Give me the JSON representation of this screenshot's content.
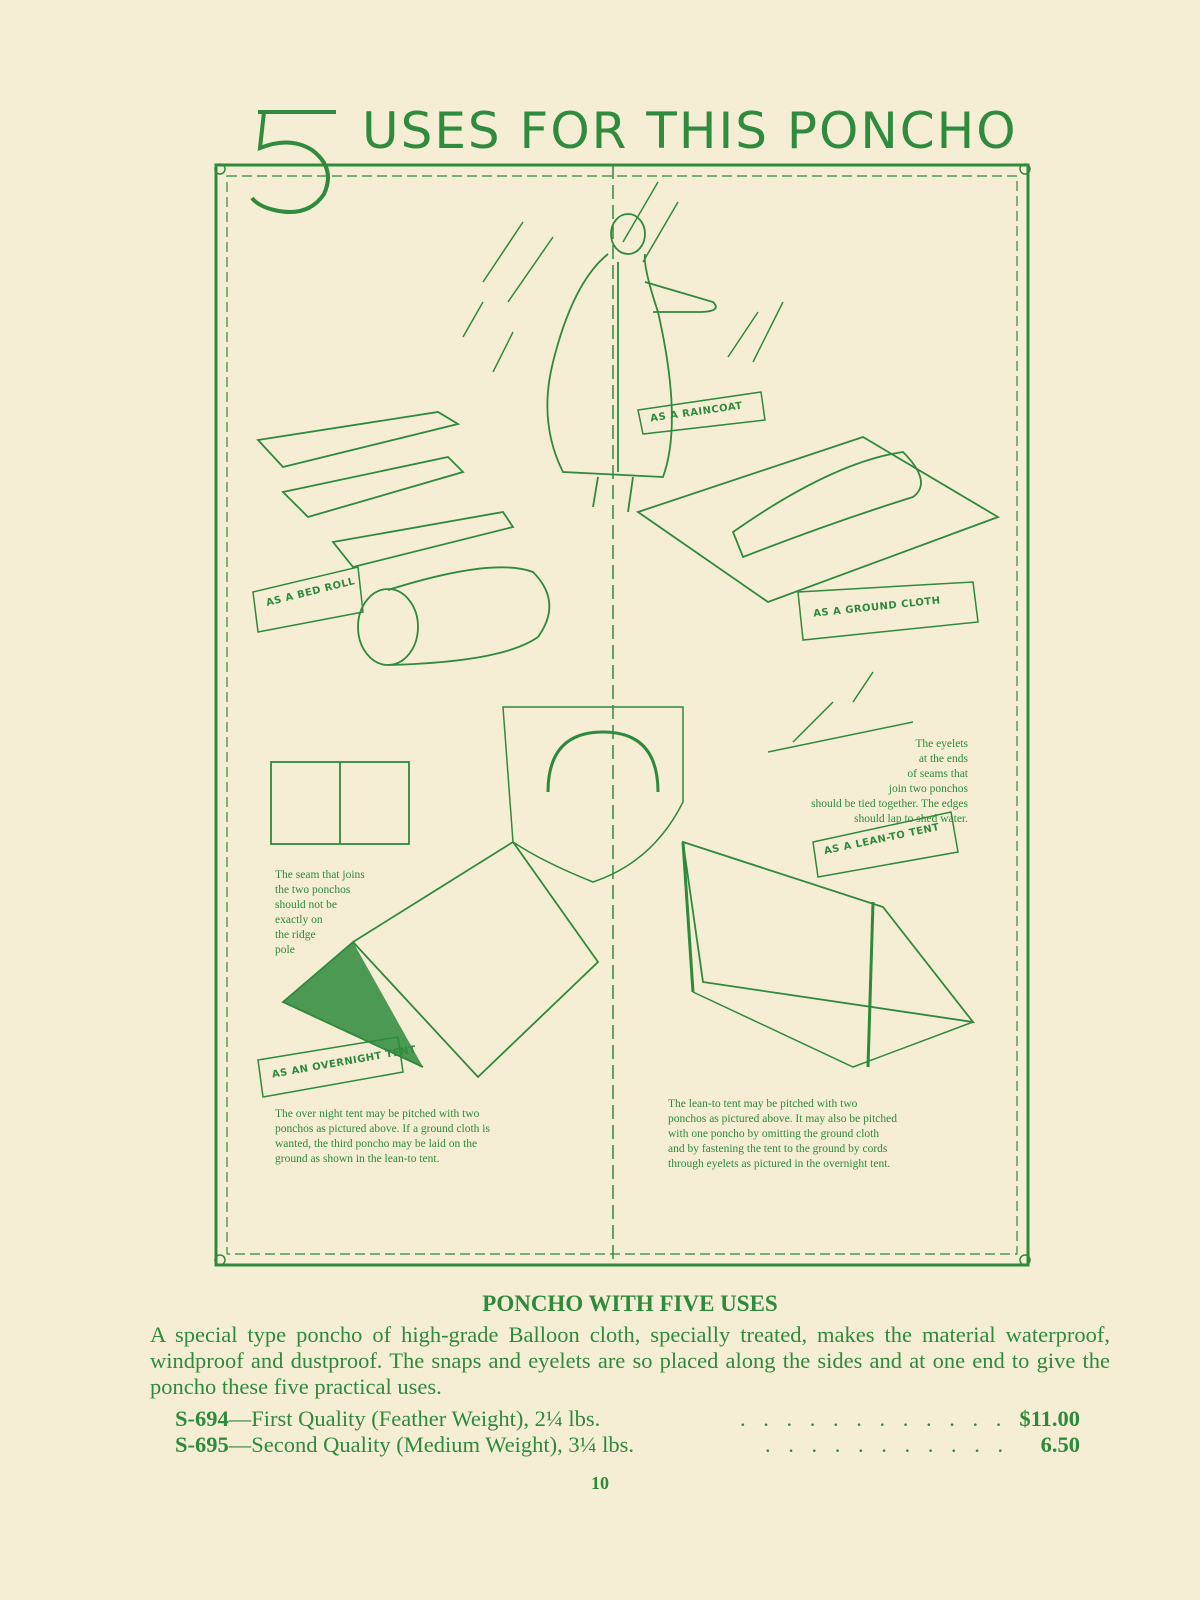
{
  "heading": {
    "numeral": "5",
    "text": "USES FOR THIS PONCHO"
  },
  "illustration": {
    "banners": {
      "raincoat": "AS A RAINCOAT",
      "bed_roll": "AS A BED ROLL",
      "ground_cloth": "AS A GROUND CLOTH",
      "lean_to": "AS A LEAN-TO TENT",
      "overnight": "AS AN OVERNIGHT TENT"
    },
    "captions": {
      "seam_lines": [
        "The seam that joins",
        "the two ponchos",
        "should not be",
        "exactly on",
        "the ridge",
        "pole"
      ],
      "eyelets_lines": [
        "The eyelets",
        "at the ends",
        "of seams that",
        "join two ponchos",
        "should be tied together. The edges",
        "should lap to shed water."
      ],
      "overnight_lines": [
        "The over night tent may be pitched with two",
        "ponchos as pictured above. If a ground cloth is",
        "wanted, the third poncho may be laid on the",
        "ground as shown in the lean-to tent."
      ],
      "lean_to_lines": [
        "The lean-to tent may be pitched with two",
        "ponchos as pictured above. It may also be pitched",
        "with one poncho by omitting the ground cloth",
        "and by fastening the tent to the ground by cords",
        "through eyelets as pictured in the overnight tent."
      ]
    }
  },
  "product": {
    "title": "PONCHO WITH FIVE USES",
    "description": "A special type poncho of high-grade Balloon cloth, specially treated, makes the material waterproof, windproof and dustproof. The snaps and eyelets are so placed along the sides and at one end to give the poncho these five practical uses.",
    "items": [
      {
        "code": "S-694",
        "label": "—First Quality (Feather Weight), 2¼ lbs.",
        "price": "$11.00"
      },
      {
        "code": "S-695",
        "label": "—Second Quality (Medium Weight), 3¼ lbs.",
        "price": "6.50"
      }
    ]
  },
  "page_number": "10",
  "colors": {
    "ink": "#2e8a3c",
    "paper": "#f6edd5"
  }
}
